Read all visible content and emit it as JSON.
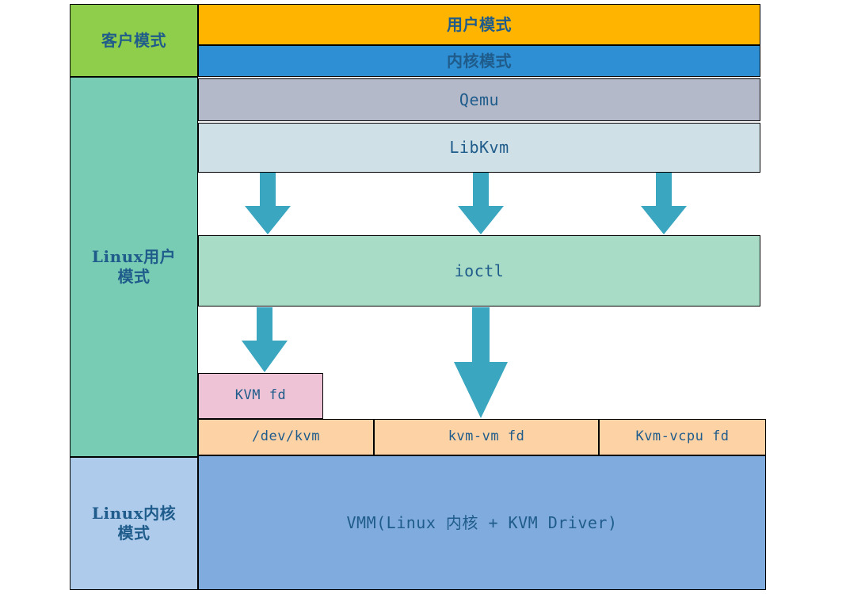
{
  "diagram": {
    "title_text_color": "#1f5c8b",
    "arrow_color": "#3aa6bf",
    "bands": [
      {
        "id": "guest",
        "label": "客户模式",
        "color": "#8fce4b"
      },
      {
        "id": "user",
        "label": "Linux用户\n模式",
        "color": "#79ccb4"
      },
      {
        "id": "kernel",
        "label": "Linux内核\n模式",
        "color": "#aecbec"
      }
    ],
    "layers": {
      "usermode": {
        "label": "用户模式",
        "color": "#ffb400"
      },
      "kernelmode": {
        "label": "内核模式",
        "color": "#2e8fd4"
      },
      "qemu": {
        "label": "Qemu",
        "color": "#b3b9c8"
      },
      "libkvm": {
        "label": "LibKvm",
        "color": "#cfe0e6"
      },
      "ioctl": {
        "label": "ioctl",
        "color": "#a9dcc6"
      },
      "kvmfd": {
        "label": "KVM fd",
        "color": "#edc3d5"
      },
      "devkvm": {
        "label": "/dev/kvm",
        "color": "#fdd2a5"
      },
      "kvmvmfd": {
        "label": "kvm-vm fd",
        "color": "#fdd2a5"
      },
      "kvmvcpufd": {
        "label": "Kvm-vcpu fd",
        "color": "#fdd2a5"
      },
      "vmm": {
        "label": "VMM(Linux 内核 + KVM Driver)",
        "color": "#7fabdf"
      }
    },
    "arrows": [
      {
        "id": "libkvm-to-ioctl-1",
        "name": "down-arrow-icon"
      },
      {
        "id": "libkvm-to-ioctl-2",
        "name": "down-arrow-icon"
      },
      {
        "id": "libkvm-to-ioctl-3",
        "name": "down-arrow-icon"
      },
      {
        "id": "ioctl-to-kvmfd",
        "name": "down-arrow-icon"
      },
      {
        "id": "ioctl-to-kvmvmfd",
        "name": "down-arrow-icon"
      }
    ]
  }
}
